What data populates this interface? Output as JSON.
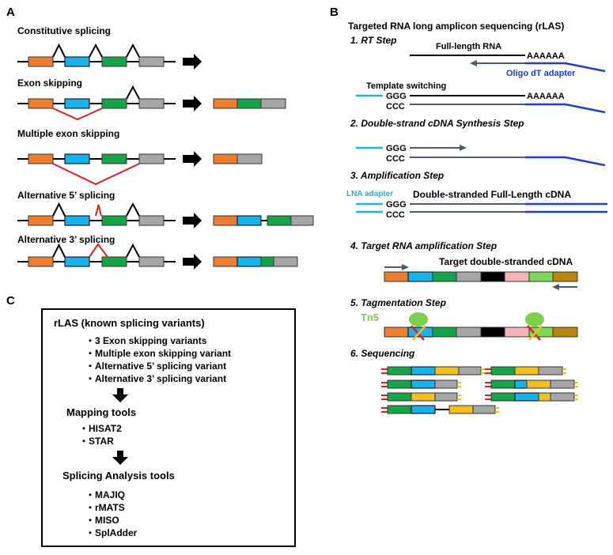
{
  "panel_a": {
    "label": "A",
    "rows": [
      {
        "title": "Constitutive splicing"
      },
      {
        "title": "Exon skipping"
      },
      {
        "title": "Multiple exon skipping"
      },
      {
        "title": "Alternative 5’ splicing"
      },
      {
        "title": "Alternative 3’ splicing"
      }
    ]
  },
  "panel_b": {
    "label": "B",
    "title": "Targeted RNA long amplicon sequencing (rLAS)",
    "steps": {
      "rt": "1. RT Step",
      "ds": "2. Double-strand cDNA Synthesis Step",
      "amp": "3. Amplification Step",
      "target": "4. Target RNA amplification Step",
      "tag": "5. Tagmentation Step",
      "seq": "6. Sequencing"
    },
    "labels": {
      "full_length_rna": "Full-length RNA",
      "polya": "AAAAAA",
      "oligo_dt": "Oligo dT adapter",
      "template_switching": "Template switching",
      "ggg": "GGG",
      "ccc": "CCC",
      "lna_adapter": "LNA adapter",
      "ds_full_length": "Double-stranded Full-Length cDNA",
      "target_ds": "Target double-stranded cDNA",
      "tn5": "Tn5"
    }
  },
  "panel_c": {
    "label": "C",
    "heading": "rLAS (known splicing variants)",
    "variants": [
      "・3 Exon skipping variants",
      "・Multiple exon skipping variant",
      "・Alternative 5’ splicing variant",
      "・Alternative 3’ splicing variant"
    ],
    "mapping_heading": "Mapping tools",
    "mapping_tools": [
      "・HISAT2",
      "・STAR"
    ],
    "analysis_heading": "Splicing Analysis tools",
    "analysis_tools": [
      "・MAJIQ",
      "・rMATS",
      "・MISO",
      "・SplAdder"
    ]
  },
  "colors": {
    "exon_orange": "#ed7d31",
    "exon_blue": "#1ab2ea",
    "exon_green": "#16a34a",
    "exon_gray": "#a6a6a6",
    "splice_red": "#e0201b",
    "adapter_blue": "#1a3fc9",
    "lna_cyan": "#19b4ea",
    "strand_slate": "#4a5a6a",
    "tn5_green": "#7cd04a",
    "yellow": "#f0c020",
    "pink": "#f8b4b4",
    "brown": "#b8860b",
    "black_exon": "#000000",
    "light_green": "#7ed957"
  }
}
